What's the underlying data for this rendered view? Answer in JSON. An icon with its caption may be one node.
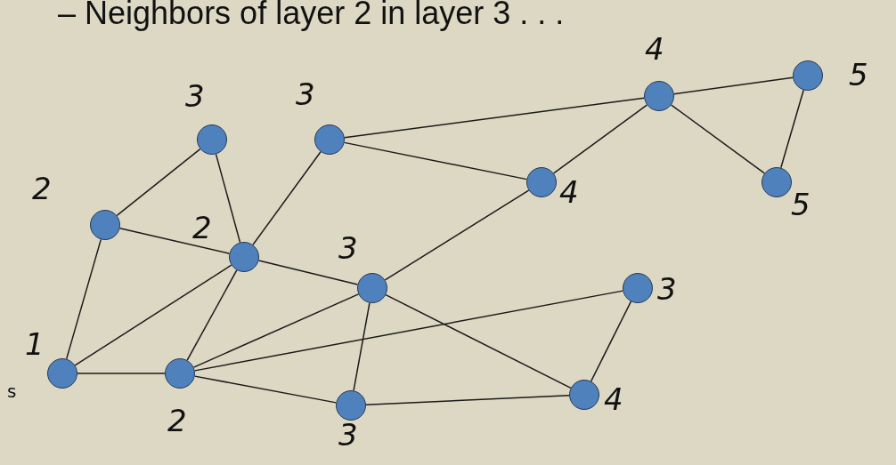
{
  "diagram": {
    "nodes": [
      {
        "text": [],
        "shape": "circle",
        "beside": [
          "1",
          "s"
        ]
      },
      {
        "text": [],
        "shape": "circle",
        "beside": [
          "2"
        ]
      },
      {
        "text": [],
        "shape": "circle",
        "beside": [
          "3"
        ]
      },
      {
        "text": [],
        "shape": "circle",
        "beside": [
          "2"
        ]
      },
      {
        "text": [],
        "shape": "circle",
        "beside": [
          "3"
        ]
      },
      {
        "text": [],
        "shape": "circle",
        "beside": [
          "2"
        ]
      },
      {
        "text": [],
        "shape": "circle",
        "beside": [
          "3"
        ]
      },
      {
        "text": [],
        "shape": "circle",
        "beside": [
          "3"
        ]
      },
      {
        "text": [],
        "shape": "circle",
        "beside": [
          "4"
        ]
      },
      {
        "text": [],
        "shape": "circle",
        "beside": [
          "4"
        ]
      },
      {
        "text": [],
        "shape": "circle",
        "beside": [
          "5"
        ]
      },
      {
        "text": [],
        "shape": "circle",
        "beside": [
          "5"
        ]
      },
      {
        "text": [],
        "shape": "circle",
        "beside": [
          "3"
        ]
      },
      {
        "text": [],
        "shape": "circle",
        "beside": [
          "4"
        ]
      }
    ],
    "edges": [
      {
        "from": 0,
        "to": 1,
        "arrow": "none"
      },
      {
        "from": 0,
        "to": 3,
        "arrow": "none"
      },
      {
        "from": 0,
        "to": 5,
        "arrow": "none"
      },
      {
        "from": 1,
        "to": 2,
        "arrow": "none"
      },
      {
        "from": 1,
        "to": 3,
        "arrow": "none"
      },
      {
        "from": 2,
        "to": 3,
        "arrow": "none"
      },
      {
        "from": 3,
        "to": 4,
        "arrow": "none"
      },
      {
        "from": 3,
        "to": 5,
        "arrow": "none"
      },
      {
        "from": 3,
        "to": 6,
        "arrow": "none"
      },
      {
        "from": 4,
        "to": 9,
        "arrow": "none"
      },
      {
        "from": 4,
        "to": 8,
        "arrow": "none"
      },
      {
        "from": 5,
        "to": 6,
        "arrow": "none"
      },
      {
        "from": 5,
        "to": 12,
        "arrow": "none"
      },
      {
        "from": 5,
        "to": 7,
        "arrow": "none"
      },
      {
        "from": 6,
        "to": 7,
        "arrow": "none"
      },
      {
        "from": 6,
        "to": 8,
        "arrow": "none"
      },
      {
        "from": 6,
        "to": 13,
        "arrow": "none"
      },
      {
        "from": 7,
        "to": 13,
        "arrow": "none"
      },
      {
        "from": 8,
        "to": 9,
        "arrow": "none"
      },
      {
        "from": 9,
        "to": 10,
        "arrow": "none"
      },
      {
        "from": 9,
        "to": 11,
        "arrow": "none"
      },
      {
        "from": 10,
        "to": 11,
        "arrow": "none"
      },
      {
        "from": 12,
        "to": 13,
        "arrow": "none"
      }
    ],
    "labels": [
      "– Neighbors of layer 2 in layer 3 . . ."
    ]
  }
}
